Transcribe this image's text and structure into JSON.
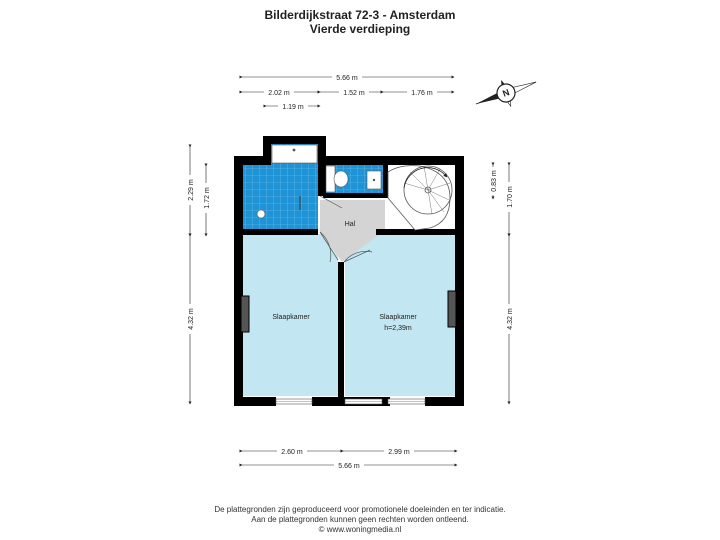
{
  "header": {
    "address": "Bilderdijkstraat 72-3 - Amsterdam",
    "floor": "Vierde verdieping"
  },
  "dimensions": {
    "top_total": "5.66 m",
    "top_left": "2.02 m",
    "top_mid": "1.52 m",
    "top_right": "1.76 m",
    "top_small": "1.19 m",
    "bottom_left": "2.60 m",
    "bottom_right": "2.99 m",
    "bottom_total": "5.66 m",
    "left_upper_outer": "2.29 m",
    "left_upper_inner": "1.72 m",
    "left_lower": "4.32 m",
    "right_small": "0.83 m",
    "right_upper": "1.70 m",
    "right_lower": "4.32 m"
  },
  "rooms": {
    "hall": "Hal",
    "bedroom_left": "Slaapkamer",
    "bedroom_right": "Slaapkamer",
    "bedroom_right_height": "h=2,39m"
  },
  "compass": {
    "label": "N"
  },
  "colors": {
    "wall": "#000000",
    "room_fill": "#c2e6f2",
    "tile_fill": "#1e93d6",
    "hall_fill": "#d4d4d4"
  },
  "footer": {
    "line1": "De plattegronden zijn geproduceerd voor promotionele doeleinden en ter indicatie.",
    "line2": "Aan de plattegronden kunnen geen rechten worden ontleend.",
    "line3": "© www.woningmedia.nl"
  }
}
